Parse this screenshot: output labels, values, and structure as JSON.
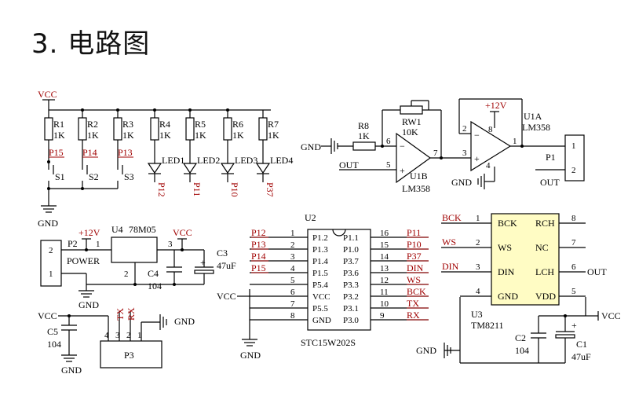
{
  "title": "3. 电路图",
  "labels": {
    "vcc": "VCC",
    "gnd": "GND",
    "plus12": "+12V",
    "out": "OUT",
    "power": "POWER"
  },
  "pullup": [
    {
      "ref": "R1",
      "val": "1K",
      "net": "P15",
      "sw": "S1"
    },
    {
      "ref": "R2",
      "val": "1K",
      "net": "P14",
      "sw": "S2"
    },
    {
      "ref": "R3",
      "val": "1K",
      "net": "P13",
      "sw": "S3"
    }
  ],
  "leds": [
    {
      "ref": "R4",
      "val": "1K",
      "led": "LED1",
      "net": "P12"
    },
    {
      "ref": "R5",
      "val": "1K",
      "led": "LED2",
      "net": "P11"
    },
    {
      "ref": "R6",
      "val": "1K",
      "led": "LED3",
      "net": "P10"
    },
    {
      "ref": "R7",
      "val": "1K",
      "led": "LED4",
      "net": "P37"
    }
  ],
  "opamp": {
    "r8": "R8",
    "r8v": "1K",
    "rw1": "RW1",
    "rw1v": "10K",
    "u1b": "U1B",
    "u1bp": "LM358",
    "u1a": "U1A",
    "u1ap": "LM358",
    "pins": {
      "p5": "5",
      "p6": "6",
      "p7": "7",
      "p3": "3",
      "p2": "2",
      "p8": "8",
      "p4": "4",
      "p1": "1"
    },
    "p1": "P1",
    "p1pins": [
      "1",
      "2"
    ]
  },
  "regulator": {
    "p2": "P2",
    "pin1": "1",
    "u4": "U4",
    "u4p": "78M05",
    "pin2": "2",
    "pin3": "3",
    "p2pins": [
      "2",
      "1"
    ],
    "c3": "C3",
    "c3v": "47uF",
    "c4": "C4",
    "c4v": "104"
  },
  "p3": {
    "ref": "P3",
    "pins": [
      "4",
      "3",
      "2",
      "1"
    ],
    "tx": "TX",
    "rx": "RX",
    "c5": "C5",
    "c5v": "104"
  },
  "u2": {
    "ref": "U2",
    "part": "STC15W202S",
    "left": [
      {
        "net": "P12",
        "pin": "1",
        "name": "P1.2"
      },
      {
        "net": "P13",
        "pin": "2",
        "name": "P1.3"
      },
      {
        "net": "P14",
        "pin": "3",
        "name": "P1.4"
      },
      {
        "net": "P15",
        "pin": "4",
        "name": "P1.5"
      },
      {
        "net": "",
        "pin": "5",
        "name": "P5.4"
      },
      {
        "net": "VCC",
        "pin": "6",
        "name": "VCC"
      },
      {
        "net": "",
        "pin": "7",
        "name": "P5.5"
      },
      {
        "net": "",
        "pin": "8",
        "name": "GND"
      }
    ],
    "right": [
      {
        "net": "P11",
        "pin": "16",
        "name": "P1.1"
      },
      {
        "net": "P10",
        "pin": "15",
        "name": "P1.0"
      },
      {
        "net": "P37",
        "pin": "14",
        "name": "P3.7"
      },
      {
        "net": "DIN",
        "pin": "13",
        "name": "P3.6"
      },
      {
        "net": "WS",
        "pin": "12",
        "name": "P3.3"
      },
      {
        "net": "BCK",
        "pin": "11",
        "name": "P3.2"
      },
      {
        "net": "TX",
        "pin": "10",
        "name": "P3.1"
      },
      {
        "net": "RX",
        "pin": "9",
        "name": "P3.0"
      }
    ]
  },
  "u3": {
    "ref": "U3",
    "part": "TM8211",
    "left": [
      {
        "net": "BCK",
        "pin": "1",
        "name": "BCK"
      },
      {
        "net": "WS",
        "pin": "2",
        "name": "WS"
      },
      {
        "net": "DIN",
        "pin": "3",
        "name": "DIN"
      },
      {
        "net": "",
        "pin": "4",
        "name": "GND"
      }
    ],
    "right": [
      {
        "net": "",
        "pin": "8",
        "name": "RCH"
      },
      {
        "net": "",
        "pin": "7",
        "name": "NC"
      },
      {
        "net": "OUT",
        "pin": "6",
        "name": "LCH"
      },
      {
        "net": "",
        "pin": "5",
        "name": "VDD"
      }
    ],
    "c2": "C2",
    "c2v": "104",
    "c1": "C1",
    "c1v": "47uF"
  }
}
